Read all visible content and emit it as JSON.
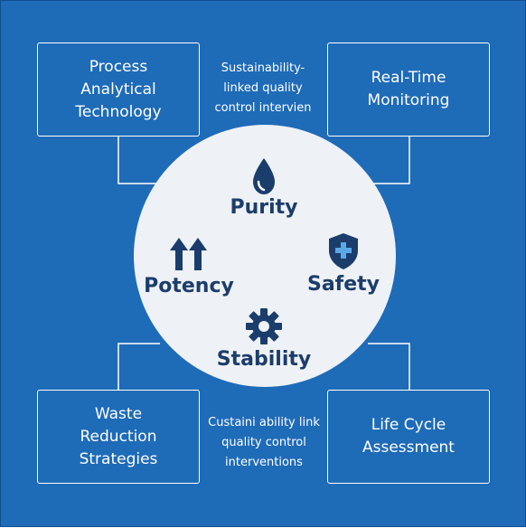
{
  "colors": {
    "background": "#1e6bb8",
    "box_border": "#ffffff",
    "circle_fill": "#eef1f5",
    "icon_dark": "#1b3d6b",
    "icon_light": "#5aa9e6"
  },
  "boxes": {
    "top_left": "Process\nAnalytical\nTechnology",
    "top_right": "Real-Time\nMonitoring",
    "bottom_left": "Waste\nReduction\nStrategies",
    "bottom_right": "Life Cycle\nAssessment"
  },
  "notes": {
    "top": "Sustainability-\nlinked quality\ncontrol intervien",
    "bottom": "Custaini ability link\nquality control\ninterventions"
  },
  "center": {
    "purity": {
      "label": "Purity",
      "icon": "droplet-icon"
    },
    "potency": {
      "label": "Potency",
      "icon": "up-arrows-icon"
    },
    "safety": {
      "label": "Safety",
      "icon": "shield-plus-icon"
    },
    "stability": {
      "label": "Stability",
      "icon": "gear-icon"
    }
  }
}
